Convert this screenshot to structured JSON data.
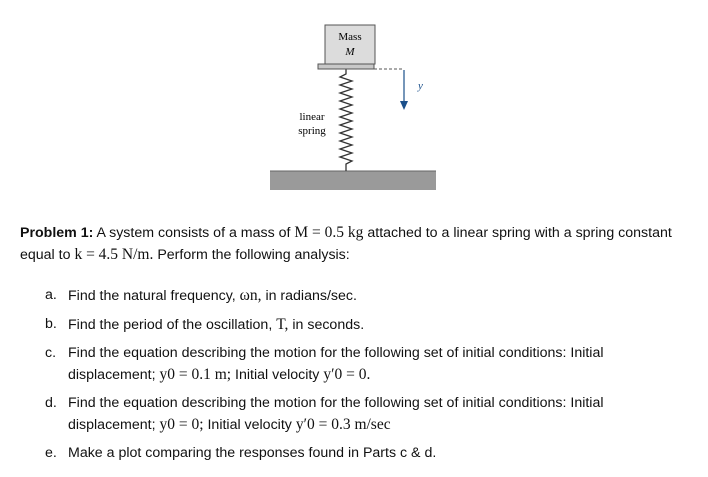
{
  "figure": {
    "mass_label_1": "Mass",
    "mass_label_2": "M",
    "spring_label_1": "linear",
    "spring_label_2": "spring",
    "axis_label": "y"
  },
  "problem": {
    "heading": "Problem 1:",
    "p1": " A system consists of a mass of ",
    "mass_value": "M = 0.5 kg",
    "p2": " attached to a linear spring with a spring constant equal to ",
    "k_value": "k = 4.5 N/m.",
    "p3": " Perform the following analysis:"
  },
  "items": {
    "a": {
      "label": "a.",
      "t1": "Find the natural frequency, ",
      "m1": "ωn,",
      "t2": " in radians/sec."
    },
    "b": {
      "label": "b.",
      "t1": "Find the period of the oscillation, ",
      "m1": "T,",
      "t2": " in seconds."
    },
    "c": {
      "label": "c.",
      "t1": "Find the equation describing the motion for the following set of initial conditions: Initial displacement; ",
      "m1": "y0 = 0.1 m;",
      "t2": " Initial velocity ",
      "m2": "y′0 = 0."
    },
    "d": {
      "label": "d.",
      "t1": "Find the equation describing the motion for the following set of initial conditions: Initial displacement; ",
      "m1": "y0 = 0;",
      "t2": " Initial velocity ",
      "m2": "y′0 = 0.3 m/sec"
    },
    "e": {
      "label": "e.",
      "t1": "Make a plot comparing the responses found in Parts c & d."
    }
  }
}
